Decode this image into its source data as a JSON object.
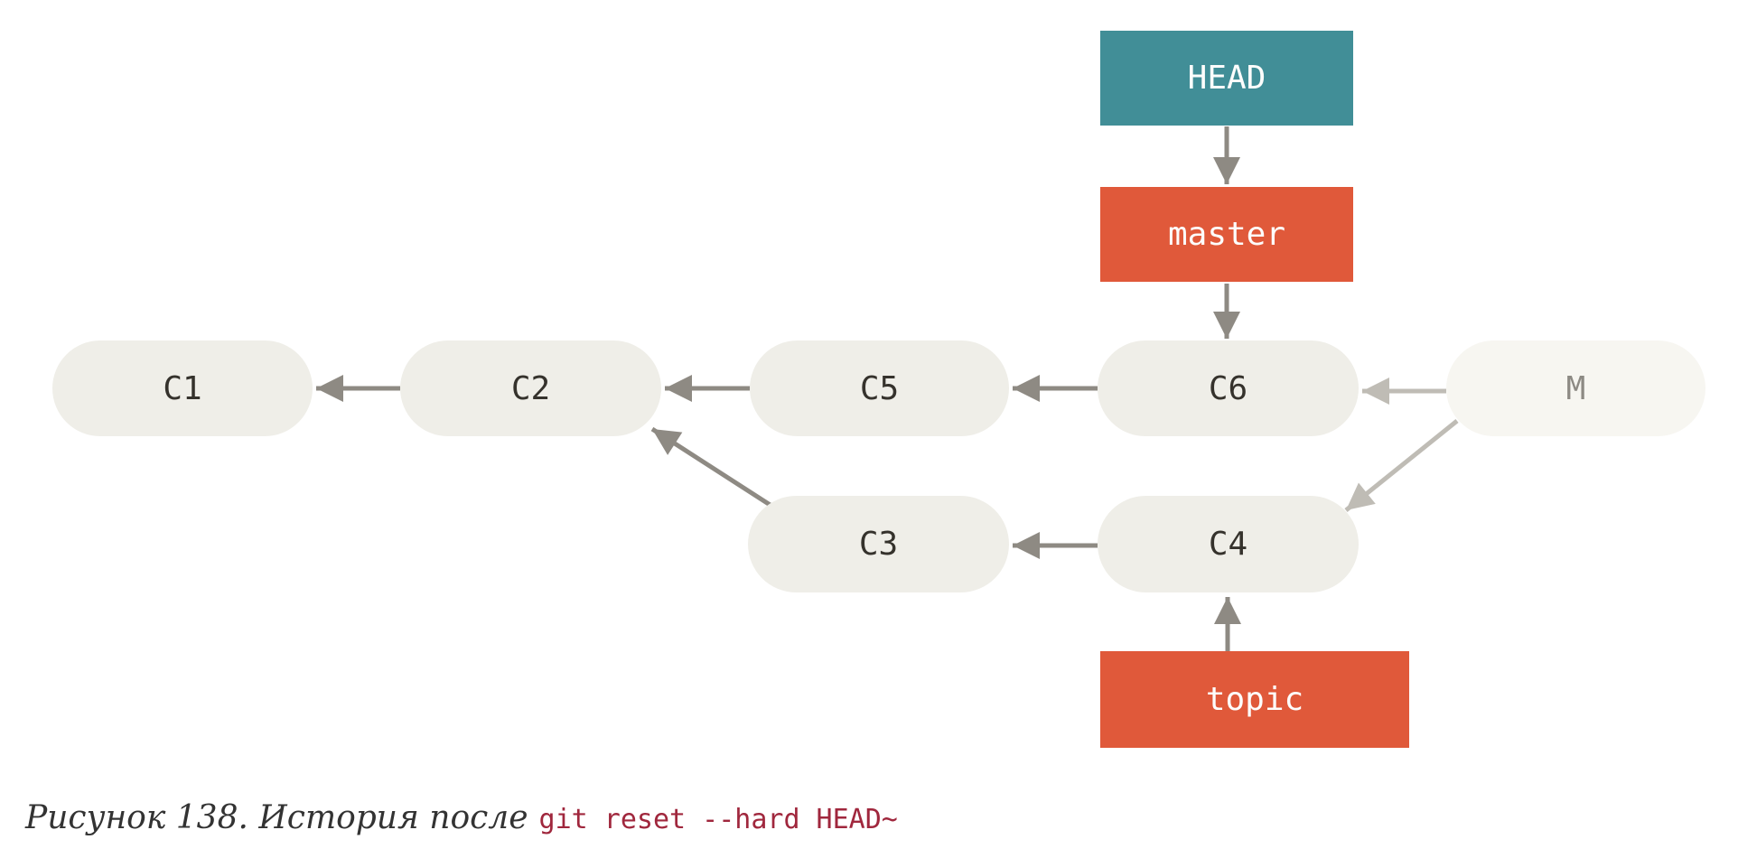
{
  "nodes": {
    "head": "HEAD",
    "master": "master",
    "topic": "topic",
    "c1": "C1",
    "c2": "C2",
    "c3": "C3",
    "c4": "C4",
    "c5": "C5",
    "c6": "C6",
    "m": "M"
  },
  "caption": {
    "text": "Рисунок 138. История после",
    "code": "git reset --hard HEAD~"
  },
  "colors": {
    "head_fill": "#418e97",
    "branch_fill": "#e0593a",
    "commit_fill": "#efeee8",
    "commit_text": "#35322c",
    "faded_fill": "#f7f6f1",
    "faded_text": "#8d8a84",
    "arrow": "#8e8a83",
    "arrow_faded": "#bfbcb5",
    "caption_text": "#333333",
    "code_text": "#a0273d"
  }
}
